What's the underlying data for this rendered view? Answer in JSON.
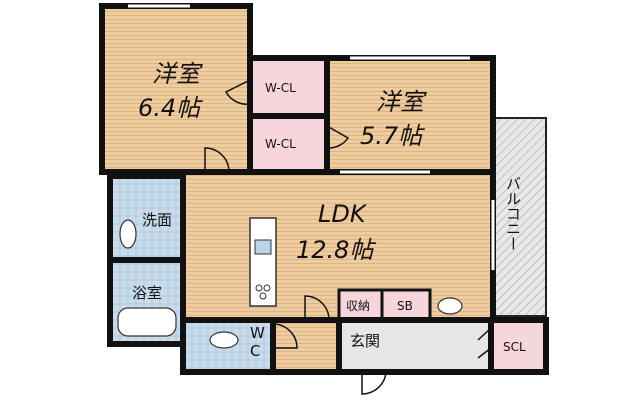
{
  "floorplan": {
    "rooms": {
      "western_a": {
        "name": "洋室",
        "size": "6.4帖"
      },
      "western_b": {
        "name": "洋室",
        "size": "5.7帖"
      },
      "ldk": {
        "name": "LDK",
        "size": "12.8帖"
      },
      "wcl_upper": "W-CL",
      "wcl_lower": "W-CL",
      "washroom": "洗面",
      "bathroom": "浴室",
      "toilet": "WC",
      "storage": "収納",
      "shoebox": "SB",
      "entrance": "玄関",
      "scl": "SCL",
      "balcony": "バルコニー"
    },
    "colors": {
      "room_fill": "#efcc9f",
      "closet_fill": "#f7d5dd",
      "wet_fill": "#c9dcec",
      "entrance_fill": "#e6e6e6",
      "wall": "#111111",
      "balcony_fill": "#e4e4e4"
    }
  }
}
